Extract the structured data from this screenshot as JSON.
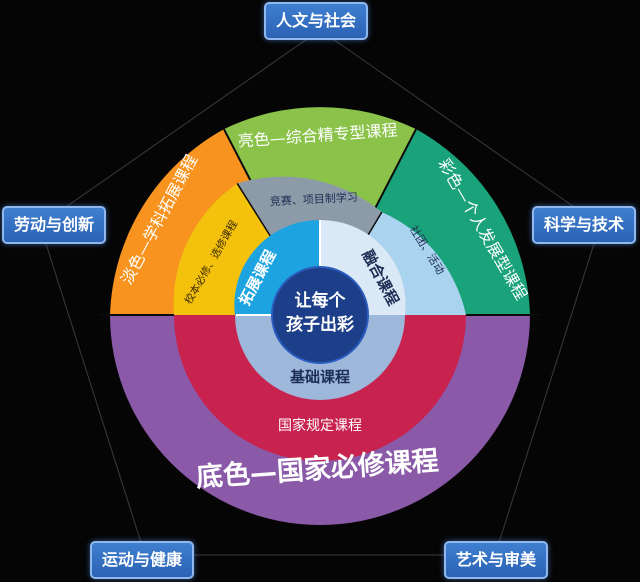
{
  "center": {
    "line1": "让每个",
    "line2": "孩子出彩"
  },
  "inner_ring": {
    "left": "拓展课程",
    "right": "融合课程",
    "bottom": "基础课程"
  },
  "middle_ring": {
    "top": "竞赛、项目制学习",
    "left": "校本必修、选修课程",
    "right": "社团、活动",
    "bottom": "国家规定课程"
  },
  "outer_ring": {
    "top": "亮色—综合精专型课程",
    "left": "淡色—学科拓展课程",
    "right": "彩色—个人发展型课程",
    "bottom": "底色—国家必修课程"
  },
  "tags": {
    "top": "人文与社会",
    "left": "劳动与创新",
    "right": "科学与技术",
    "bottom_left": "运动与健康",
    "bottom_right": "艺术与审美"
  },
  "colors": {
    "green_light": "#8bc34a",
    "green_dark": "#1aa37a",
    "orange": "#f7931e",
    "purple": "#8a59a8",
    "crimson": "#c8234f",
    "yellow": "#f4c20d",
    "sky": "#a9d3ee",
    "grey": "#8d9aa8",
    "blue": "#1da4e0",
    "white_blue": "#dbe8f5",
    "base_blue": "#9db8da",
    "navy": "#1d3f8a",
    "tag_blue": "#2f6fc2"
  }
}
